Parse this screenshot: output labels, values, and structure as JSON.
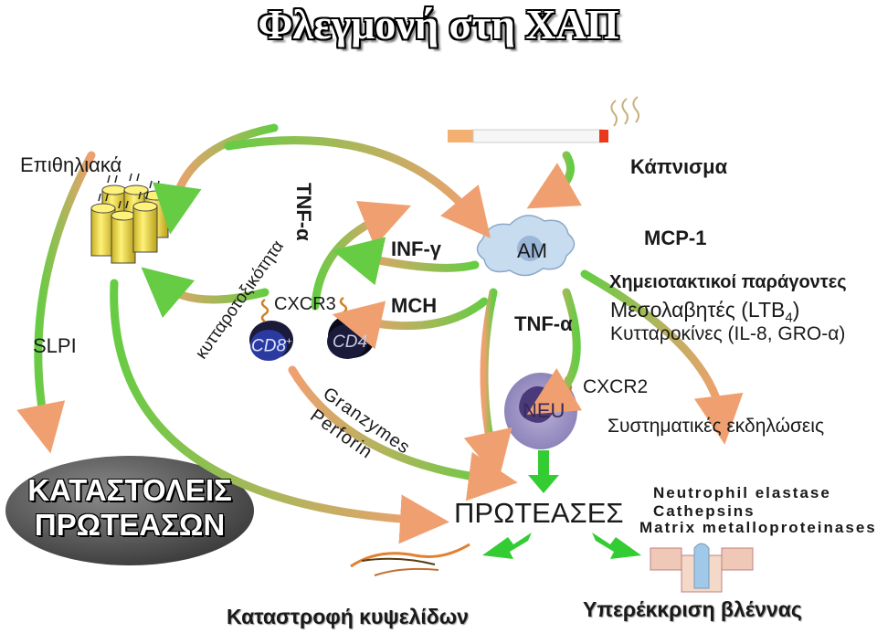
{
  "title": "Φλεγμονή στη ΧΑΠ",
  "labels": {
    "epithelial": "Επιθηλιακά",
    "smoking": "Κάπνισμα",
    "slpi": "SLPI",
    "cytotoxicity": "κυτταροτοξικότητα",
    "tnf_a_rotated": "TNF-α",
    "cxcr3": "CXCR3",
    "cd8": "CD8",
    "cd8_sup": "+",
    "cd4": "CD4",
    "inf_gamma": "INF-γ",
    "mch": "MCH",
    "am": "AM",
    "mcp1": "MCP-1",
    "chemotactic": "Χημειοτακτικοί παράγοντες",
    "mediators": "Μεσολαβητές (LTB",
    "mediators_sub": "4",
    "mediators_end": ")",
    "cytokines": "Κυτταροκίνες (IL-8, GRO-α)",
    "tnf_a_mid": "TNF-α",
    "neu": "NEU",
    "cxcr2": "CXCR2",
    "systemic": "Συστηματικές εκδηλώσεις",
    "granzymes": "Granzymes",
    "perforin": "Perforin",
    "protease_inhibitors_1": "ΚΑΤΑΣΤΟΛΕΙΣ",
    "protease_inhibitors_2": "ΠΡΩΤΕΑΣΩΝ",
    "proteases": "ΠΡΩΤΕΑΣΕΣ",
    "neutrophil_elastase": "Neutrophil elastase",
    "cathepsins": "Cathepsins",
    "mmp": "Matrix metalloproteinases",
    "alveolar_destruction": "Καταστροφή κυψελίδων",
    "mucus": "Υπερέκκριση βλέννας"
  },
  "colors": {
    "arrow_gradient_start": "#e8a070",
    "arrow_gradient_end": "#66cc33",
    "green_arrow": "#33cc33",
    "epithelial_cell": "#f2e23a",
    "lymphocyte": "#1a1a3a",
    "cd8_cell": "#2a3a9a",
    "neutrophil": "#6a5a9a",
    "macrophage": "#b8d0ea",
    "inhibitor_ellipse": "#555555"
  }
}
